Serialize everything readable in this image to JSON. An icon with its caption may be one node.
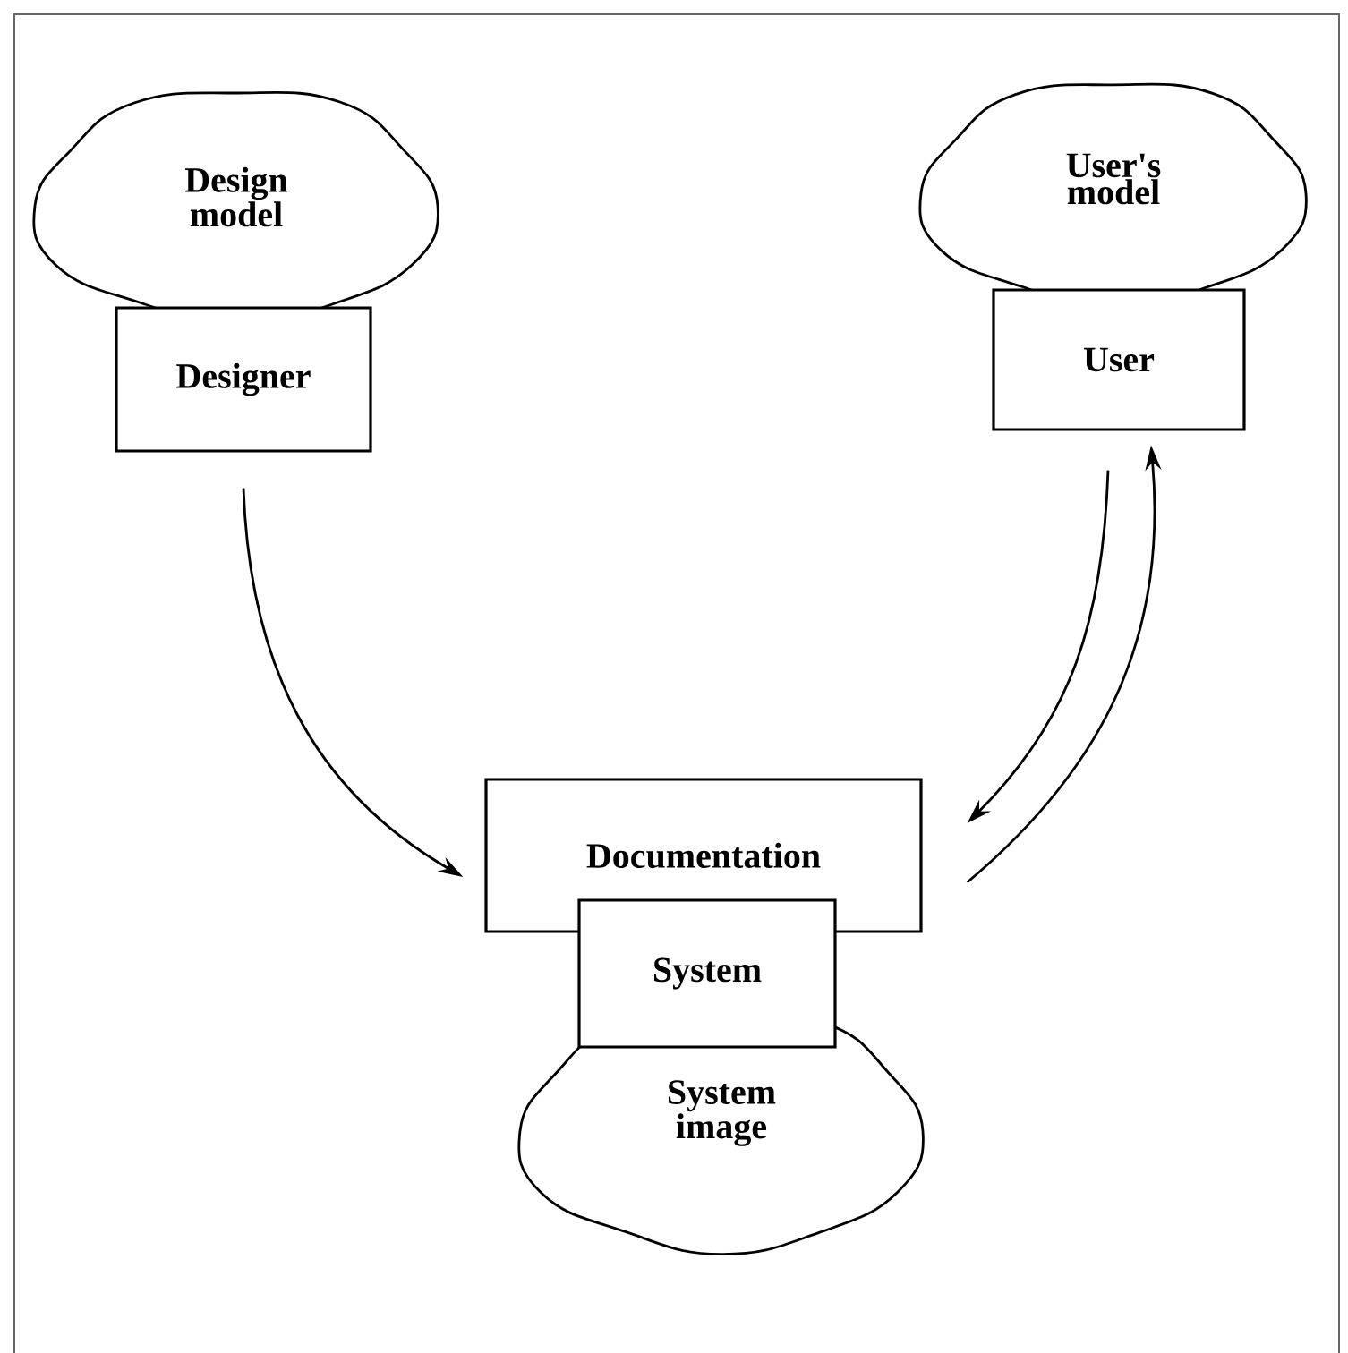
{
  "diagram": {
    "nodes": [
      {
        "text": [
          "Design model"
        ]
      },
      {
        "text": [
          "Designer"
        ]
      },
      {
        "text": [
          "User's model"
        ]
      },
      {
        "text": [
          "User"
        ]
      },
      {
        "text": [
          "Documentation"
        ]
      },
      {
        "text": [
          "System"
        ]
      },
      {
        "text": [
          "System image"
        ]
      }
    ],
    "edges": [
      {
        "from": 1,
        "to": 4,
        "arrow": "to"
      },
      {
        "from": 3,
        "to": 4,
        "arrow": "to"
      },
      {
        "from": 4,
        "to": 3,
        "arrow": "to"
      }
    ]
  }
}
